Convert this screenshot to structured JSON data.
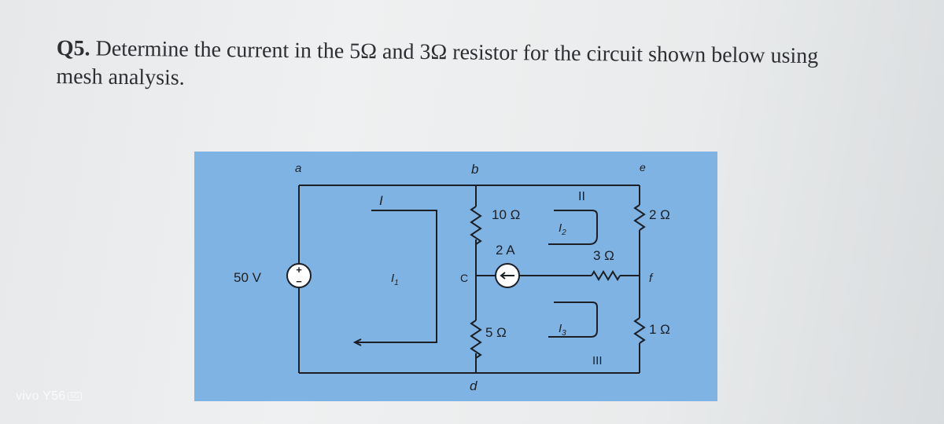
{
  "question": {
    "number": "Q5.",
    "text": "Determine the current in the 5Ω and 3Ω resistor for the circuit shown below using mesh analysis."
  },
  "circuit": {
    "nodes": {
      "a": "a",
      "b": "b",
      "c": "C",
      "d": "d",
      "e": "e",
      "f": "f"
    },
    "source_voltage": "50 V",
    "current_source": "2 A",
    "r10": "10 Ω",
    "r5": "5 Ω",
    "r3": "3 Ω",
    "r2": "2 Ω",
    "r1": "1 Ω",
    "mesh_labels": {
      "I": "I",
      "II": "II",
      "III": "III"
    },
    "currents": {
      "i1": "I",
      "i2": "I",
      "i3": "I",
      "sub1": "1",
      "sub2": "2",
      "sub3": "3"
    }
  },
  "watermark": {
    "text": "vivo Y56",
    "badge": "5G"
  },
  "colors": {
    "figure_bg": "#7fb3e4",
    "wire": "#1c1f24",
    "page_bg": "#eceeef"
  }
}
